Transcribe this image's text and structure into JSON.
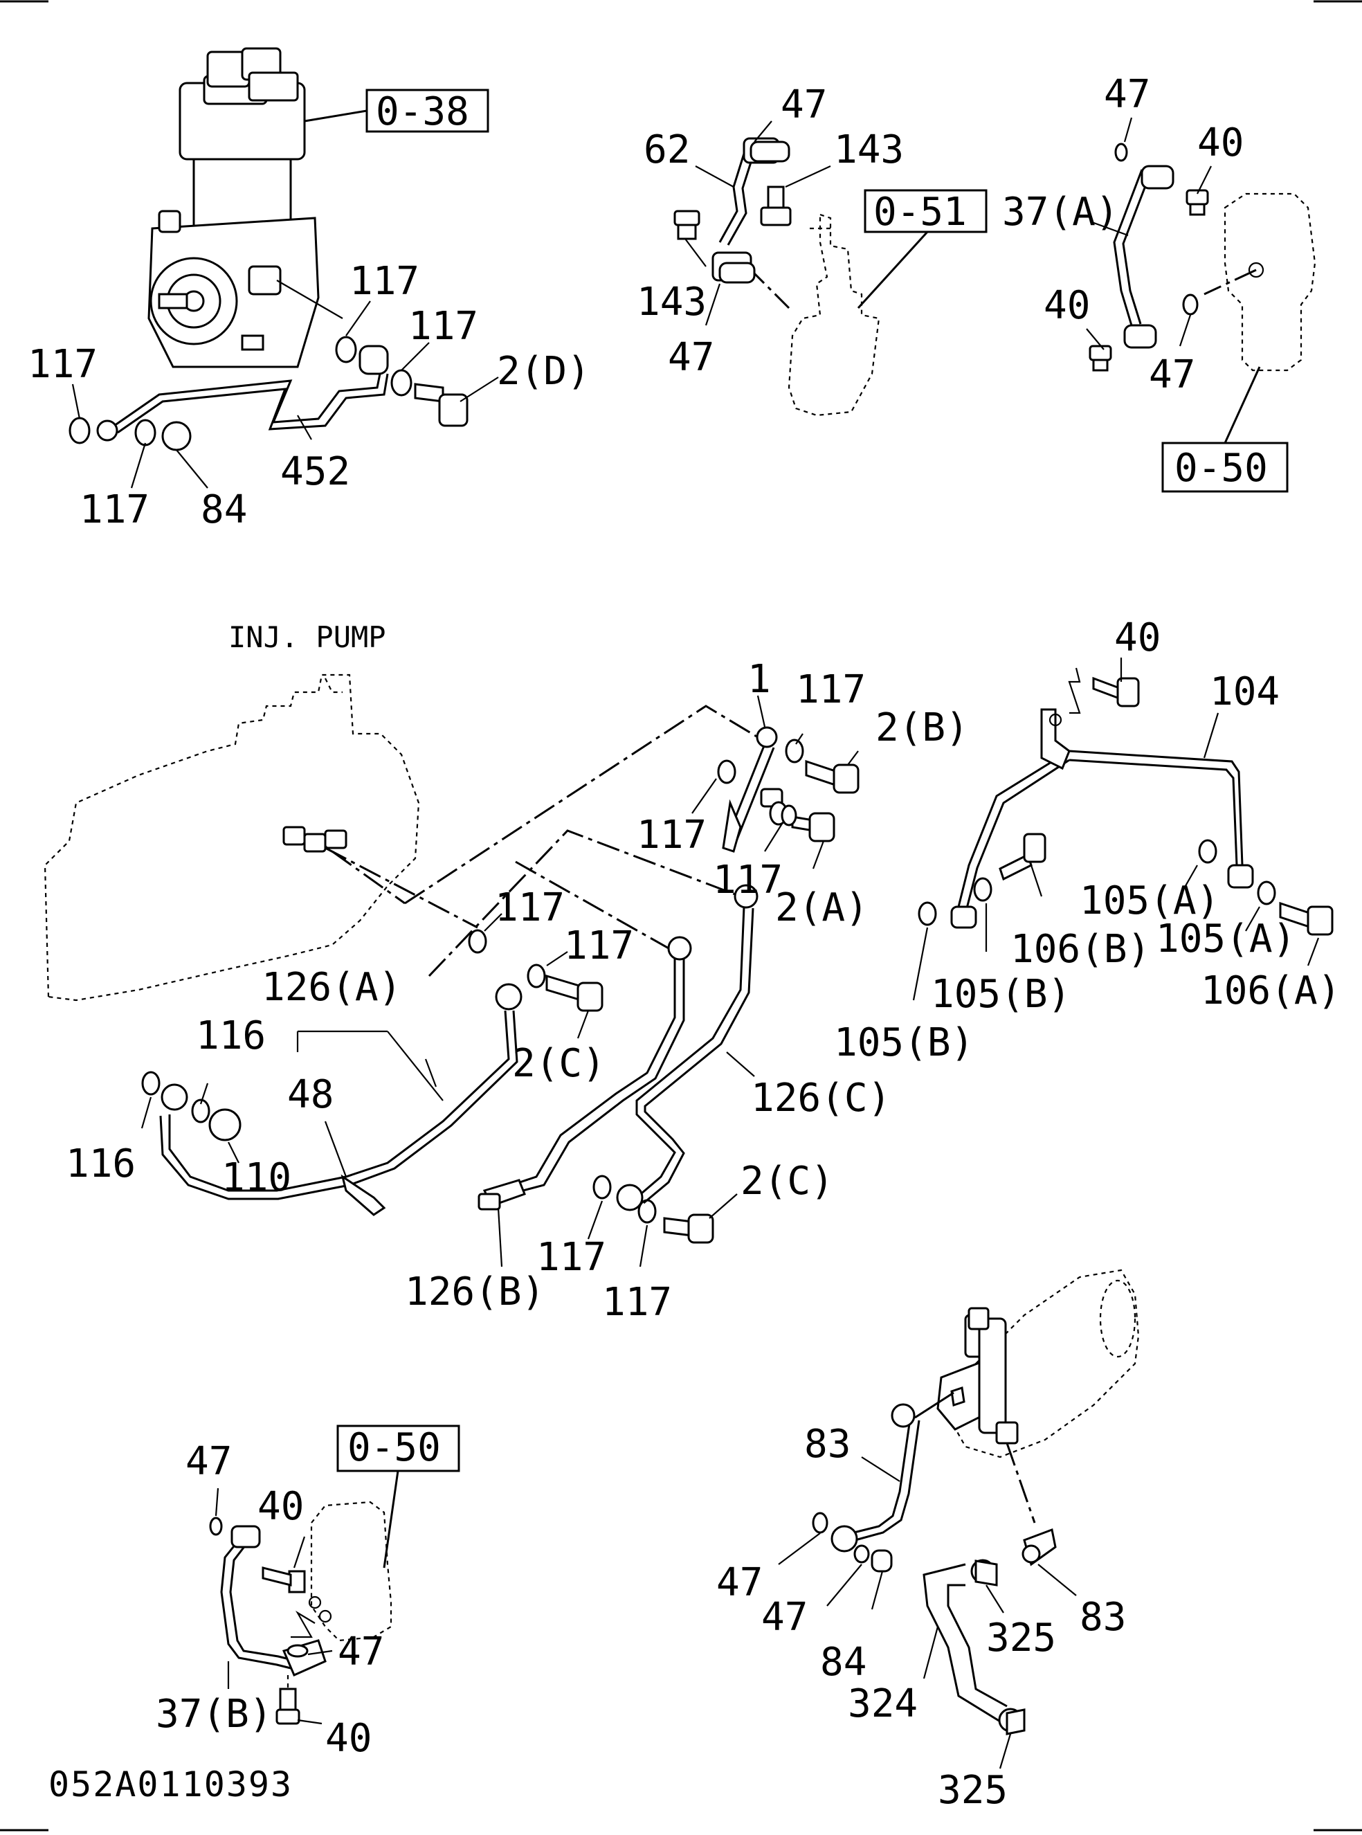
{
  "diagram": {
    "doc_id": "052A0110393",
    "section_label": "INJ. PUMP",
    "ref_boxes": {
      "compressor": "0-38",
      "engine_block": "0-51",
      "filter_top": "0-50",
      "filter_bottom": "0-50"
    },
    "callouts": {
      "c_117_a": "117",
      "c_117_b": "117",
      "c_117_c": "117",
      "c_117_d": "117",
      "c_2d": "2(D)",
      "c_452": "452",
      "c_84_a": "84",
      "c_47_a": "47",
      "c_62": "62",
      "c_143_a": "143",
      "c_143_b": "143",
      "c_47_b": "47",
      "c_47_c": "47",
      "c_40_a": "40",
      "c_37a": "37(A)",
      "c_40_b": "40",
      "c_47_d": "47",
      "c_1": "1",
      "c_117_e": "117",
      "c_2b": "2(B)",
      "c_117_f": "117",
      "c_117_g": "117",
      "c_2a": "2(A)",
      "c_117_h": "117",
      "c_117_i": "117",
      "c_126a": "126(A)",
      "c_116_a": "116",
      "c_48": "48",
      "c_116_b": "116",
      "c_110": "110",
      "c_2c_a": "2(C)",
      "c_126c": "126(C)",
      "c_2c_b": "2(C)",
      "c_126b": "126(B)",
      "c_117_j": "117",
      "c_117_k": "117",
      "c_40_c": "40",
      "c_104": "104",
      "c_105a_a": "105(A)",
      "c_106b": "106(B)",
      "c_105a_b": "105(A)",
      "c_106a": "106(A)",
      "c_105b_a": "105(B)",
      "c_105b_b": "105(B)",
      "c_47_e": "47",
      "c_40_d": "40",
      "c_47_f": "47",
      "c_37b": "37(B)",
      "c_40_e": "40",
      "c_83_a": "83",
      "c_47_g": "47",
      "c_47_h": "47",
      "c_84_b": "84",
      "c_325_a": "325",
      "c_83_b": "83",
      "c_324": "324",
      "c_325_b": "325"
    }
  }
}
